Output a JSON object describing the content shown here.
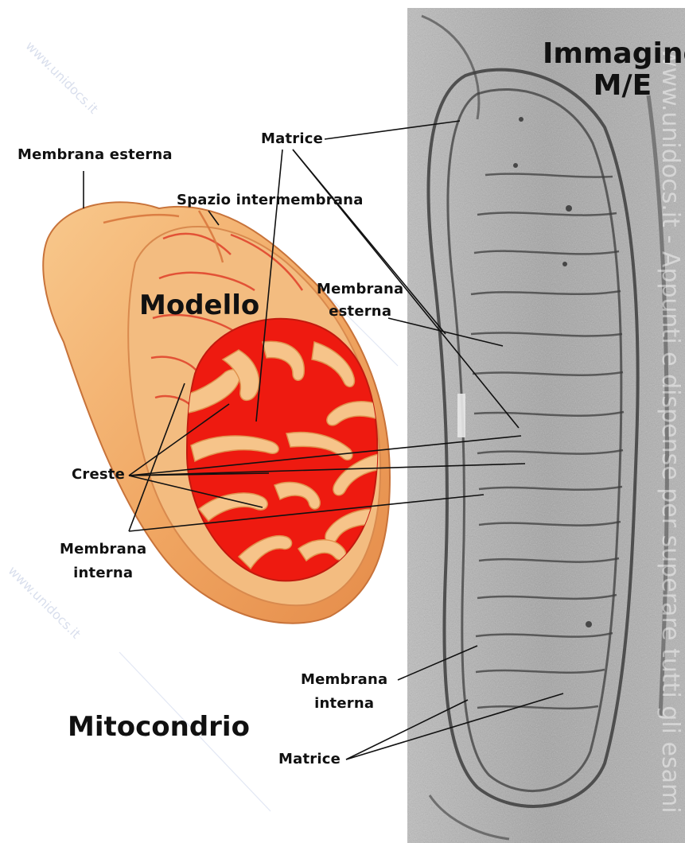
{
  "labels": {
    "outer_membrane_left": "Membrana esterna",
    "matrix_top": "Matrice",
    "intermembrane_space": "Spazio intermembrana",
    "model": "Modello",
    "outer_membrane_em": "Membrana\nesterna",
    "cristae": "Creste",
    "inner_membrane_left": "Membrana\ninterna",
    "inner_membrane_em": "Membrana\ninterna",
    "matrix_bottom": "Matrice",
    "em_title": "Immagine\nM/E",
    "main_title": "Mitocondrio"
  },
  "watermarks": {
    "site": "www.unidocs.it",
    "side": "www.unidocs.it - Appunti e dispense per superare tutti gli esami"
  },
  "colors": {
    "outer_orange": "#f0a662",
    "inner_orange": "#f6c48a",
    "matrix_red": "#ee1a10",
    "em_gray": "#a6a6a6"
  }
}
